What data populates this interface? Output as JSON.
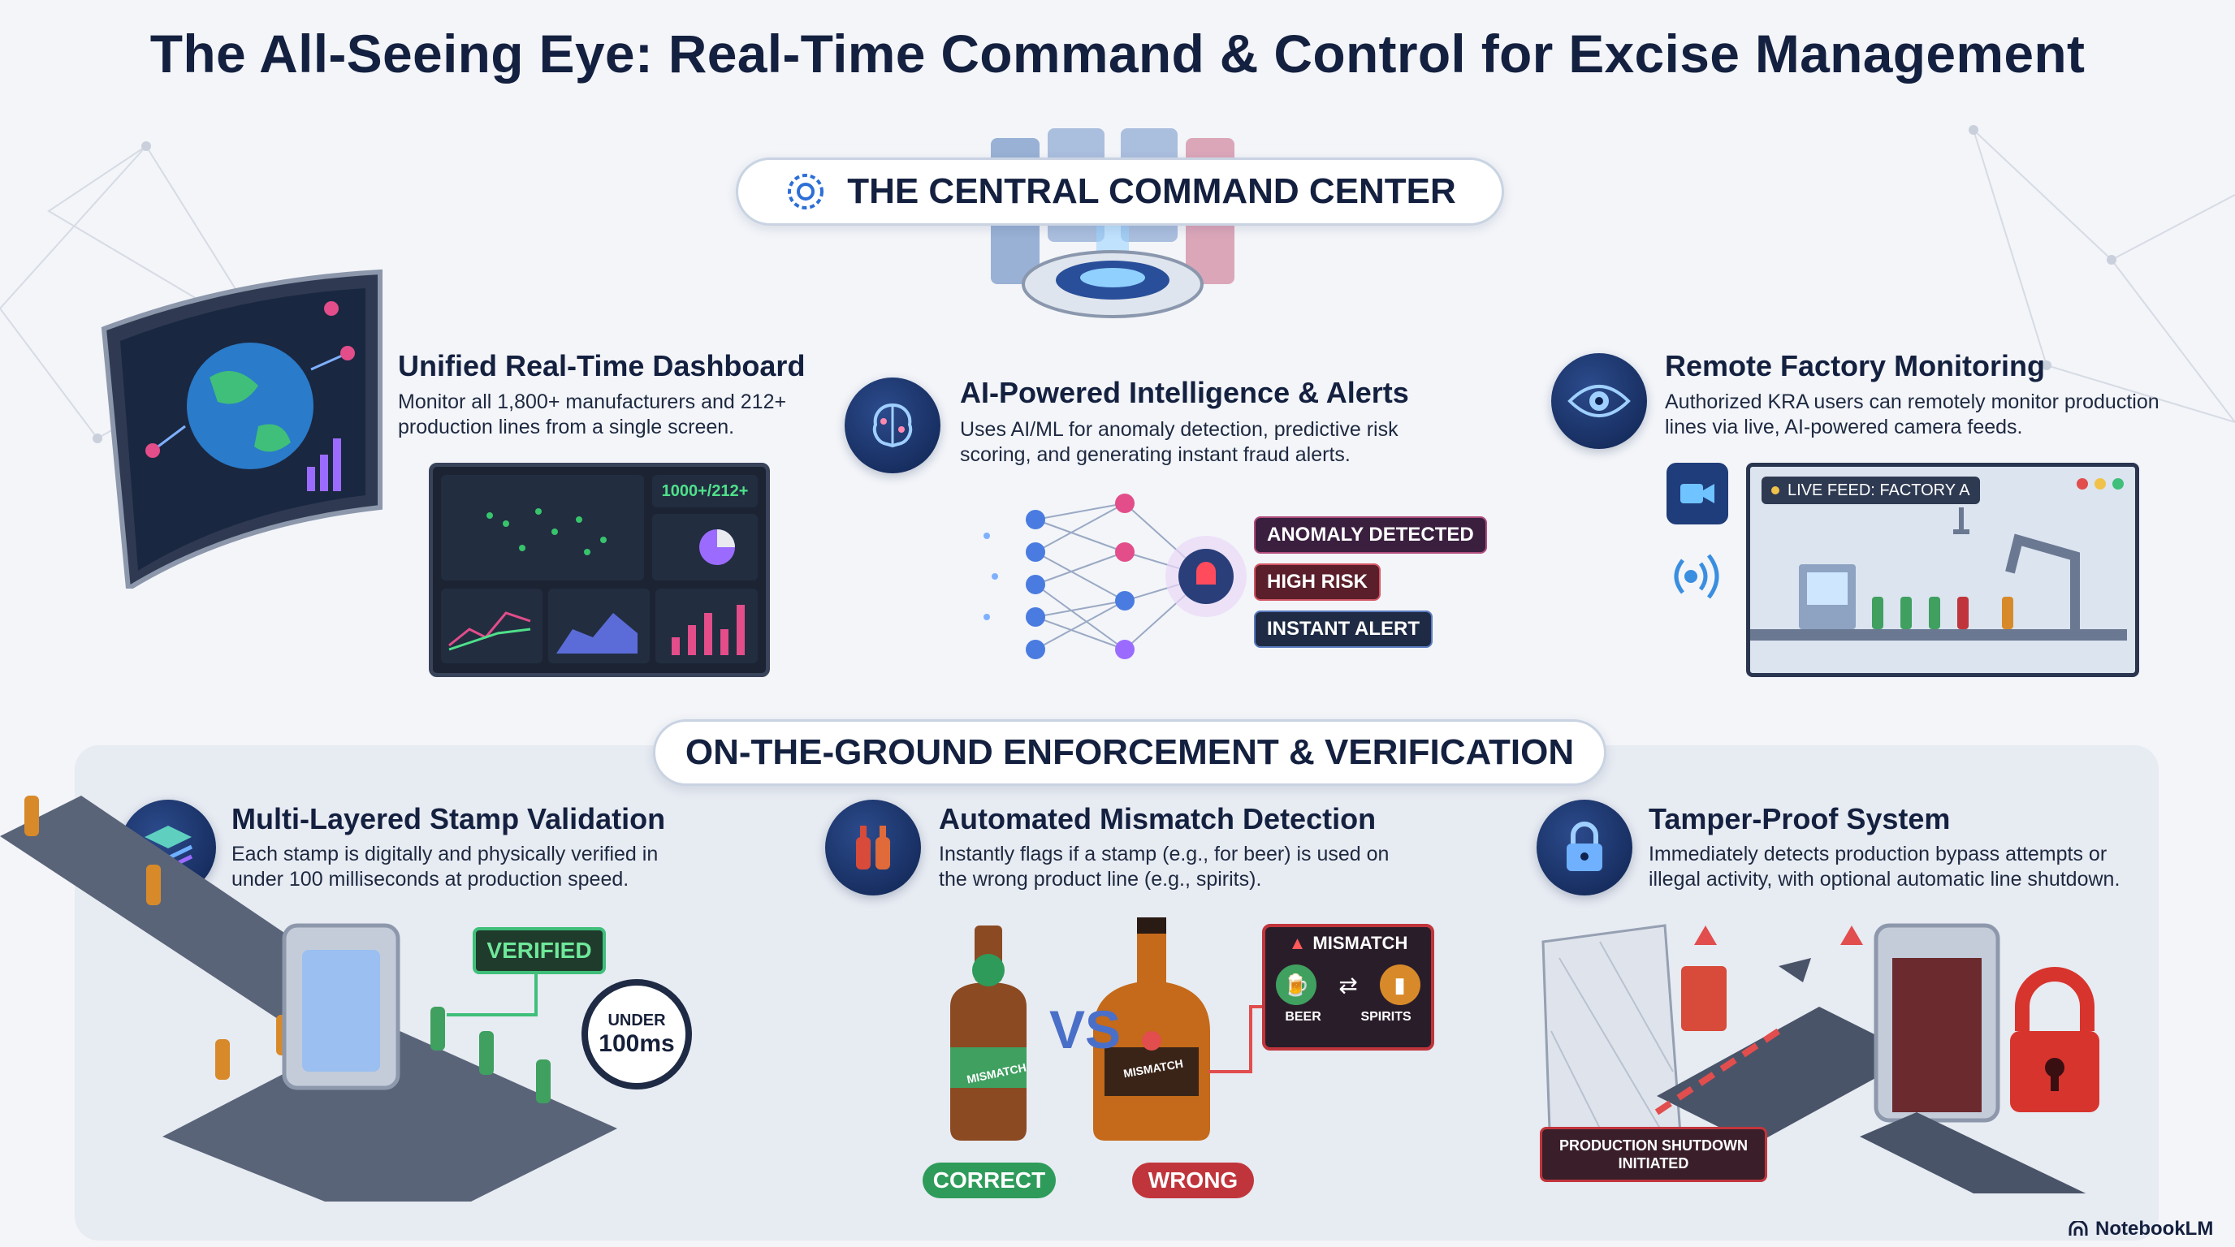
{
  "title": "The All-Seeing Eye: Real-Time Command & Control for Excise Management",
  "command_center": {
    "heading": "THE CENTRAL COMMAND CENTER",
    "features": [
      {
        "title": "Unified Real-Time Dashboard",
        "description": "Monitor all 1,800+ manufacturers and 212+ production lines from a single screen.",
        "dashboard_metric": "1000+/212+",
        "icon": "globe-screen-icon"
      },
      {
        "title": "AI-Powered Intelligence & Alerts",
        "description": "Uses AI/ML for anomaly detection, predictive risk scoring, and generating instant fraud alerts.",
        "icon": "brain-circuit-icon",
        "alerts": [
          "ANOMALY DETECTED",
          "HIGH RISK",
          "INSTANT ALERT"
        ]
      },
      {
        "title": "Remote Factory Monitoring",
        "description": "Authorized KRA users can remotely monitor production lines via live, AI-powered camera feeds.",
        "icon": "eye-icon",
        "feed_label": "LIVE FEED: FACTORY A"
      }
    ]
  },
  "enforcement": {
    "heading": "ON-THE-GROUND ENFORCEMENT & VERIFICATION",
    "features": [
      {
        "title": "Multi-Layered Stamp Validation",
        "description": "Each stamp is digitally and physically verified in under 100 milliseconds at production speed.",
        "icon": "layers-icon",
        "verified_label": "VERIFIED",
        "timer_top": "UNDER",
        "timer_value": "100ms"
      },
      {
        "title": "Automated Mismatch Detection",
        "description": "Instantly flags if a stamp (e.g., for beer) is used on the wrong product line (e.g., spirits).",
        "icon": "bottles-icon",
        "vs": "VS",
        "correct_label": "CORRECT",
        "wrong_label": "WRONG",
        "mismatch_label": "MISMATCH",
        "beer_label": "BEER",
        "spirits_label": "SPIRITS",
        "bottle_label": "MISMATCH"
      },
      {
        "title": "Tamper-Proof System",
        "description": "Immediately detects production bypass attempts or illegal activity, with optional automatic line shutdown.",
        "icon": "padlock-icon",
        "shutdown_line1": "PRODUCTION SHUTDOWN",
        "shutdown_line2": "INITIATED"
      }
    ]
  },
  "brand": "NotebookLM",
  "colors": {
    "navy": "#14203f",
    "green": "#2e9b5a",
    "red": "#c0353b",
    "accent_blue": "#2c6fd6"
  }
}
